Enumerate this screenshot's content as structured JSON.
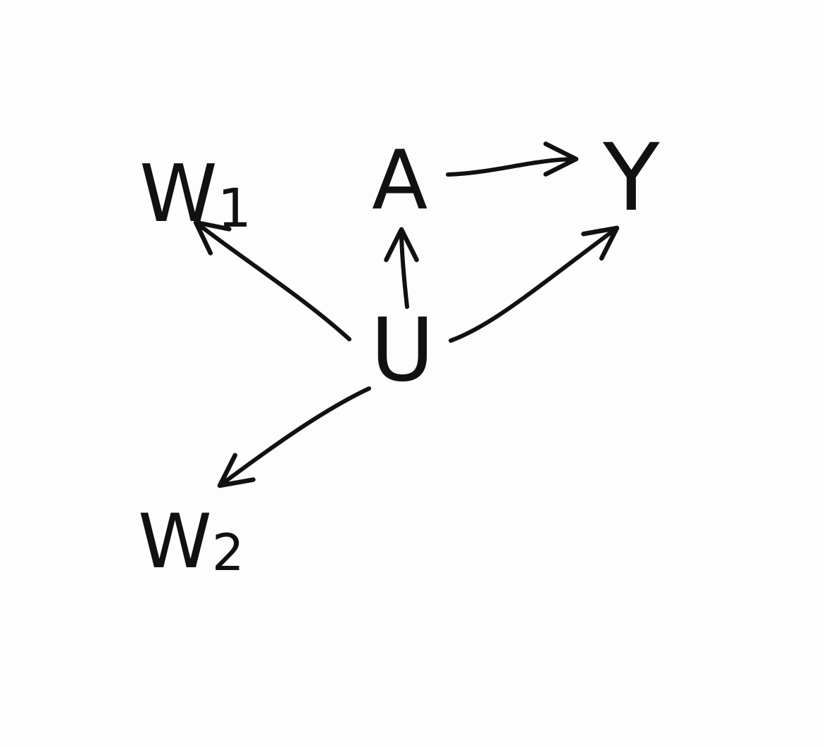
{
  "diagram": {
    "nodes": [
      {
        "id": "W1",
        "letter": "W",
        "subscript": "1"
      },
      {
        "id": "A",
        "letter": "A",
        "subscript": ""
      },
      {
        "id": "Y",
        "letter": "Y",
        "subscript": ""
      },
      {
        "id": "U",
        "letter": "U",
        "subscript": ""
      },
      {
        "id": "W2",
        "letter": "W",
        "subscript": "2"
      }
    ],
    "edges": [
      {
        "from": "A",
        "to": "Y"
      },
      {
        "from": "U",
        "to": "A"
      },
      {
        "from": "U",
        "to": "W1"
      },
      {
        "from": "U",
        "to": "Y"
      },
      {
        "from": "U",
        "to": "W2"
      }
    ],
    "colors": {
      "ink": "#111111",
      "background": "#fdfdfd"
    }
  }
}
